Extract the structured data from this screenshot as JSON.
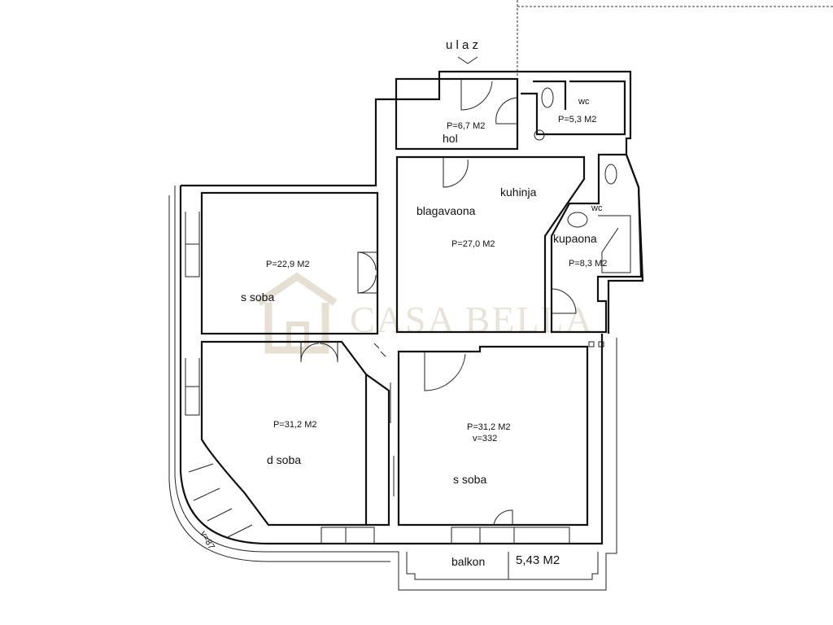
{
  "plan": {
    "entrance_label": "u l a z",
    "watermark": "CASA BELLA",
    "rooms": [
      {
        "name": "hol",
        "area": "P=6,7  M2"
      },
      {
        "name": "wc",
        "area": "P=5,3  M2"
      },
      {
        "name": "blagavaona",
        "second_name": "kuhinja",
        "area": "P=27,0  M2"
      },
      {
        "name": "wc",
        "second_name": "kupaona",
        "area": "P=8,3  M2"
      },
      {
        "name": "s soba",
        "area": "P=22,9  M2"
      },
      {
        "name": "d soba",
        "area": "P=31,2  M2",
        "note": "v=87"
      },
      {
        "name": "s soba",
        "area": "P=31,2  M2",
        "height": "v=332"
      },
      {
        "name": "balkon",
        "area": "5,43 M2"
      }
    ]
  }
}
